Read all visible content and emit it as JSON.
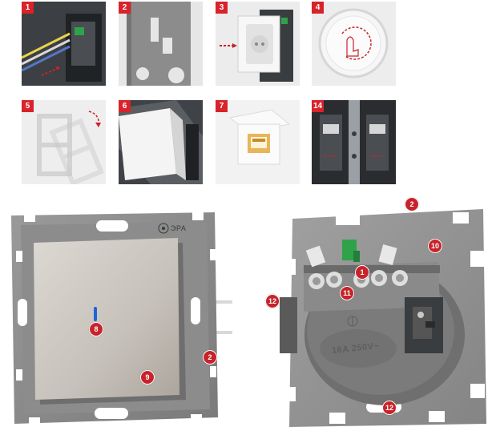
{
  "steps": [
    {
      "label": "1",
      "icon": "wire-insertion-icon"
    },
    {
      "label": "2",
      "icon": "frame-profile-icon"
    },
    {
      "label": "3",
      "icon": "mechanism-insert-icon"
    },
    {
      "label": "4",
      "icon": "press-rotate-icon"
    },
    {
      "label": "5",
      "icon": "frame-rotate-icon"
    },
    {
      "label": "6",
      "icon": "key-cover-icon"
    },
    {
      "label": "7",
      "icon": "rj45-port-icon"
    },
    {
      "label": "14",
      "icon": "terminal-clamp-icon"
    }
  ],
  "front": {
    "brand": "ЭРА",
    "callouts": [
      "8",
      "9",
      "2",
      "12"
    ]
  },
  "back": {
    "rating": "16A 250V~",
    "callouts": [
      "2",
      "10",
      "1",
      "11",
      "12"
    ]
  },
  "colors": {
    "badge": "#d8232a",
    "frame": "#8a8a8a",
    "key": "#c9c4bd",
    "indicator": "#1e64d8",
    "bracket": "#2fa24a"
  }
}
